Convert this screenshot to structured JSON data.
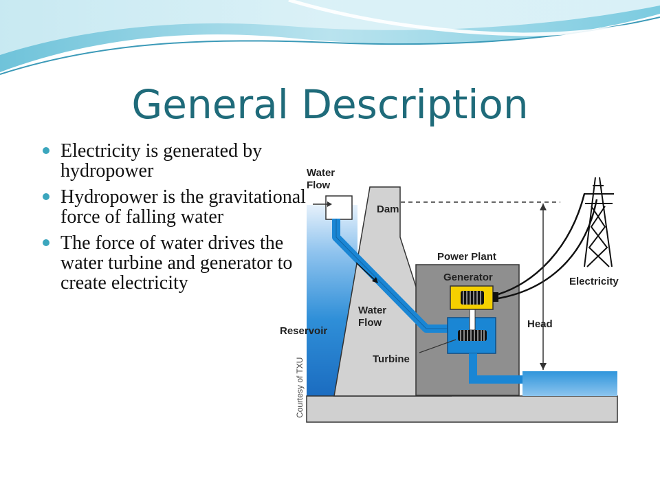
{
  "title": "General Description",
  "bullets": [
    "Electricity is generated by hydropower",
    "Hydropower is the gravitational  force of falling water",
    "The force of water drives the water turbine and generator to create electricity"
  ],
  "diagram": {
    "labels": {
      "water_flow_top": "Water Flow",
      "dam": "Dam",
      "power_plant": "Power Plant",
      "generator": "Generator",
      "electricity": "Electricity",
      "water_flow_mid": "Water Flow",
      "reservoir": "Reservoir",
      "head": "Head",
      "turbine": "Turbine",
      "credit": "Courtesy of TXU"
    }
  },
  "colors": {
    "title": "#1f6b7a",
    "bullet": "#3ba6bd",
    "water": "#1a86d4",
    "concrete": "#d2d2d2",
    "generator": "#f5d000"
  }
}
